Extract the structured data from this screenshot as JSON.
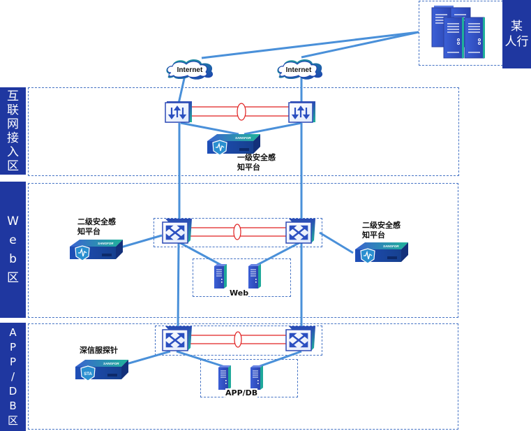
{
  "bank": {
    "label_lines": [
      "某",
      "人行"
    ],
    "icon": "server-cluster-icon"
  },
  "zones": [
    {
      "id": "internet-access",
      "label_chars": [
        "互",
        "联",
        "网",
        "接",
        "入",
        "区"
      ]
    },
    {
      "id": "web",
      "label_chars": [
        "W",
        "e",
        "b",
        "区"
      ]
    },
    {
      "id": "app-db",
      "label_chars": [
        "A",
        "P",
        "P",
        "/",
        "D",
        "B",
        "区"
      ]
    }
  ],
  "internet": {
    "left_label": "Internet",
    "right_label": "Internet",
    "icon": "cloud-icon"
  },
  "devices": {
    "level1_platform_label": [
      "一级安全感",
      "知平台"
    ],
    "level2_platform_left_label": [
      "二级安全感",
      "知平台"
    ],
    "level2_platform_right_label": [
      "二级安全感",
      "知平台"
    ],
    "probe_label": "深信服探针",
    "probe_badge": "STA",
    "appliance_brand": "SANGFOR",
    "router_icon": "router-icon",
    "switch_icon": "switch-icon",
    "appliance_icon": "security-appliance-icon"
  },
  "server_groups": {
    "web_label": "Web",
    "appdb_label": "APP/DB"
  },
  "colors": {
    "zone_label_bg": "#1f37a0",
    "dashed_border": "#4472c4",
    "link_blue": "#4a90d9",
    "ha_link_red": "#e02020",
    "device_blue": "#2f4fb8",
    "device_teal": "#1aa59a"
  }
}
